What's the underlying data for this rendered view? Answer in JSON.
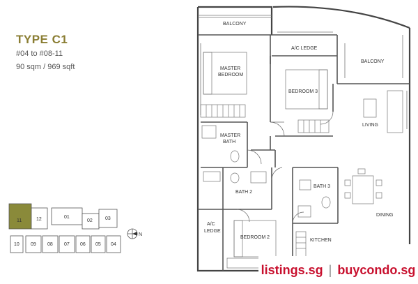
{
  "unit": {
    "type": "TYPE C1",
    "floors": "#04 to #08-11",
    "size": "90 sqm / 969 sqft"
  },
  "rooms": {
    "balcony_top": "BALCONY",
    "ac_ledge_top": "A/C LEDGE",
    "balcony_right": "BALCONY",
    "master_bedroom_1": "MASTER",
    "master_bedroom_2": "BEDROOM",
    "bedroom3": "BEDROOM 3",
    "master_bath_1": "MASTER",
    "master_bath_2": "BATH",
    "living": "LIVING",
    "bath2": "BATH 2",
    "bath3": "BATH 3",
    "dining": "DINING",
    "ac_ledge_left_1": "A/C",
    "ac_ledge_left_2": "LEDGE",
    "bedroom2": "BEDROOM 2",
    "kitchen": "KITCHEN"
  },
  "key_plan": {
    "highlighted": "11",
    "units": [
      "11",
      "12",
      "01",
      "02",
      "03",
      "10",
      "09",
      "08",
      "07",
      "06",
      "05",
      "04"
    ],
    "north": "N",
    "highlight_color": "#8a8a3a"
  },
  "watermark": {
    "left": "listings.sg",
    "separator": "|",
    "right": "buycondo.sg"
  }
}
